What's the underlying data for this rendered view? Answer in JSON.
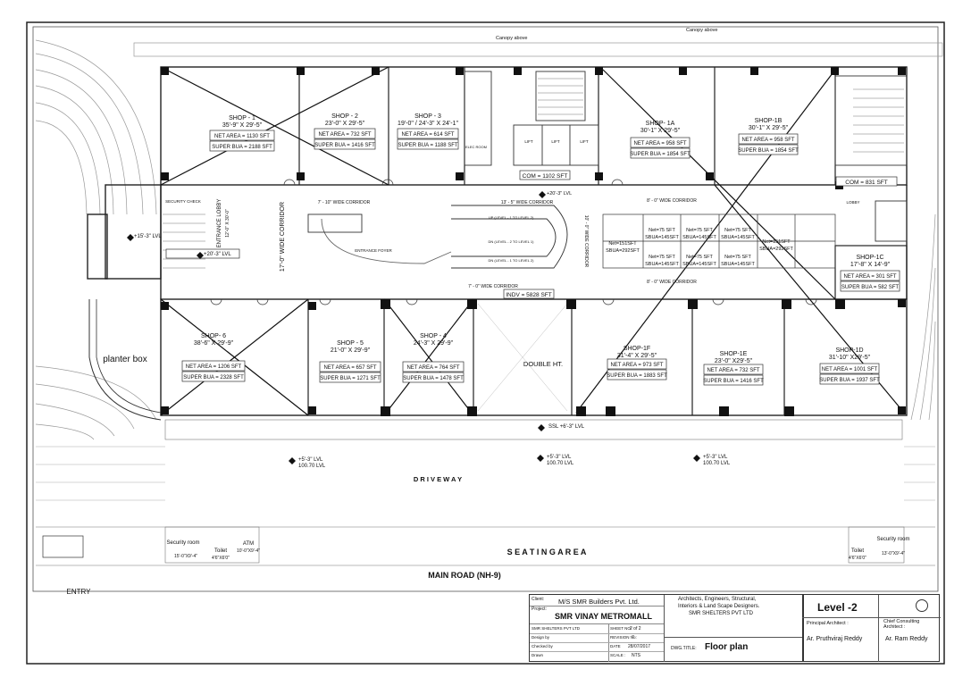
{
  "sheet": {
    "canopy_above_1": "Canopy above",
    "canopy_above_2": "Canopy above",
    "driveway": "D R I V E W A Y",
    "seating_area": "S E A T I N G   A R E A",
    "main_road": "MAIN ROAD (NH-9)",
    "entry": "ENTRY",
    "planter_box": "planter box",
    "double_ht": "DOUBLE HT.",
    "entrance_lobby": "ENTRANCE LOBBY",
    "entrance_lobby_dim": "12'-0\" X 30'-0\"",
    "wide_corridor_17": "17'-0\" WIDE CORRIDOR",
    "corridor_7_10": "7' - 10\"  WIDE CORRIDOR",
    "corridor_13_5": "13' - 5\"  WIDE CORRIDOR",
    "corridor_8_0_top": "8' - 0\"  WIDE CORRIDOR",
    "corridor_8_0_bottom": "8' - 0\"  WIDE CORRIDOR",
    "corridor_7_0": "7' - 0\"  WIDE CORRIDOR",
    "corridor_10_0": "10' - 0\" WIDE CORRIDOR",
    "entrance_foyer": "ENTRANCE FOYER",
    "com_1": "COM = 1102 SFT",
    "com_2": "COM = 831 SFT",
    "indv": "INDV = 5828 SFT",
    "lvl_15_3": "+15'-3\" LVL",
    "lvl_20_3_a": "+20'-3\" LVL",
    "lvl_20_3_b": "+20'-3\" LVL",
    "lvl_ssl": "SSL +6'-3\" LVL",
    "lvl_5_3_a": "+5'-3\" LVL",
    "lvl_5_3_b": "+5'-3\" LVL",
    "lvl_5_3_c": "+5'-3\" LVL",
    "lvl_100_a": "100.70 LVL",
    "lvl_100_b": "100.70 LVL",
    "lvl_100_c": "100.70 LVL",
    "security_check": "SECURITY CHECK",
    "lobby": "LOBBY",
    "lift_1": "LIFT",
    "lift_2": "LIFT",
    "lift_3": "LIFT",
    "elec_room": "ELEC ROOM",
    "ramp_up": "UP (LEVEL - 1 TO LEVEL 2)",
    "ramp_dn_1": "DN (LEVEL - 2 TO LEVEL 1)",
    "ramp_dn_2": "DN (LEVEL - 1 TO LEVEL 2)",
    "security_room_left": "Security room",
    "security_room_left_dim": "15'-0\"X9'-4\"",
    "toilet_left": "Toilet",
    "toilet_left_dim": "4'6\"X6'0\"",
    "atm": "ATM",
    "atm_dim": "10'-0\"X9'-4\"",
    "toilet_right": "Toilet",
    "toilet_right_dim": "4'6\"X6'0\"",
    "security_room_right": "Security room",
    "security_room_right_dim": "13'-0\"X9'-4\""
  },
  "shops": [
    {
      "name": "SHOP - 1",
      "dim": "35'-9\" X 29'-5\"",
      "net": "NET AREA = 1130 SFT",
      "super": "SUPER BUA = 2188 SFT"
    },
    {
      "name": "SHOP - 2",
      "dim": "23'-0\" X 29'-5\"",
      "net": "NET AREA = 732 SFT",
      "super": "SUPER BUA = 1416 SFT"
    },
    {
      "name": "SHOP - 3",
      "dim": "19'-0\" / 24'-3\" X 24'-1\"",
      "net": "NET AREA = 614 SFT",
      "super": "SUPER BUA = 1188 SFT"
    },
    {
      "name": "SHOP- 1A",
      "dim": "30'-1\" X 29'-5\"",
      "net": "NET AREA = 958 SFT",
      "super": "SUPER BUA = 1854 SFT"
    },
    {
      "name": "SHOP-1B",
      "dim": "30'-1\" X 29'-5\"",
      "net": "NET AREA = 958 SFT",
      "super": "SUPER BUA = 1854 SFT"
    },
    {
      "name": "SHOP-1C",
      "dim": "17'-8\" X 14'-9\"",
      "net": "NET AREA = 301 SFT",
      "super": "SUPER BUA = 582 SFT"
    },
    {
      "name": "SHOP- 6",
      "dim": "38'-6\" X 29'-9\"",
      "net": "NET AREA = 1206 SFT",
      "super": "SUPER BUA = 2328 SFT"
    },
    {
      "name": "SHOP - 5",
      "dim": "21'-0\" X 29'-9\"",
      "net": "NET AREA = 657 SFT",
      "super": "SUPER BUA = 1271 SFT"
    },
    {
      "name": "SHOP - 4",
      "dim": "24'-3\" X 29'-9\"",
      "net": "NET AREA = 764 SFT",
      "super": "SUPER BUA = 1478 SFT"
    },
    {
      "name": "SHOP-1F",
      "dim": "31'-4\" X 29'-5\"",
      "net": "NET AREA = 973 SFT",
      "super": "SUPER BUA = 1883 SFT"
    },
    {
      "name": "SHOP-1E",
      "dim": "23'-0\" X29'-5\"",
      "net": "NET AREA = 732 SFT",
      "super": "SUPER BUA = 1416 SFT"
    },
    {
      "name": "SHOP-1D",
      "dim": "31'-10\" X29'-5\"",
      "net": "NET AREA = 1001 SFT",
      "super": "SUPER BUA = 1937 SFT"
    }
  ],
  "kiosks": [
    {
      "net": "Net=151SFT",
      "sbua": "SBUA=292SFT"
    },
    {
      "net": "Net=75 SFT",
      "sbua": "SBUA=145SFT"
    },
    {
      "net": "Net=75 SFT",
      "sbua": "SBUA=145SFT"
    },
    {
      "net": "Net=75 SFT",
      "sbua": "SBUA=145SFT"
    },
    {
      "net": "Net=151SFT",
      "sbua": "SBUA=292SFT"
    },
    {
      "net": "Net=75 SFT",
      "sbua": "SBUA=145SFT"
    },
    {
      "net": "Net=75 SFT",
      "sbua": "SBUA=145SFT"
    },
    {
      "net": "Net=75 SFT",
      "sbua": "SBUA=145SFT"
    }
  ],
  "title_block": {
    "client_label": "Client:",
    "client": "M/S SMR Builders Pvt. Ltd.",
    "project_label": "Project:",
    "project": "SMR VINAY METROMALL",
    "owner_small": "SMR SHELTERS PVT LTD",
    "design_by_label": "Design by",
    "checked_by_label": "Checked by",
    "drawn_label": "Drawn",
    "sheet_no_label": "SHEET NO:",
    "sheet_no": "2 of 2",
    "revision_label": "REVISION No:",
    "revision": "7",
    "date_label": "DATE",
    "date": "28/07/2017",
    "scale_label": "SCALE :",
    "scale": "NTS",
    "firm_line1": "Architects, Engineers, Structural,",
    "firm_line2": "Interiors & Land Scape Designers.",
    "firm_line3": "SMR SHELTERS PVT LTD",
    "dwg_title_label": "DWG.TITLE:",
    "dwg_title": "Floor plan",
    "level": "Level -2",
    "principal_label": "Principal Architect :",
    "principal": "Ar. Pruthviraj Reddy",
    "consult_label": "Chief Consulting Architect :",
    "consult": "Ar. Ram Reddy"
  }
}
